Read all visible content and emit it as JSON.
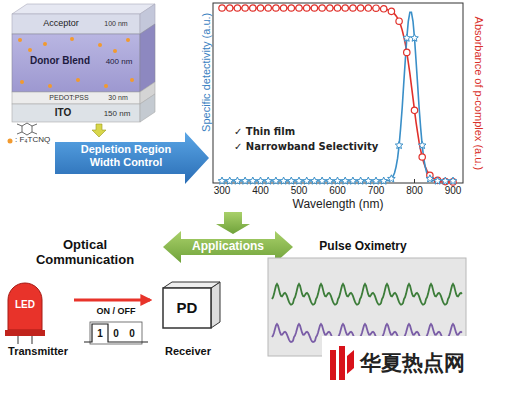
{
  "diagram": {
    "nodes": [
      {
        "text": [
          "Acceptor",
          "100 nm"
        ]
      },
      {
        "text": [
          "Donor Blend",
          "400 nm"
        ]
      },
      {
        "text": [
          "PEDOT:PSS",
          "30 nm"
        ]
      },
      {
        "text": [
          "ITO",
          "150 nm"
        ]
      },
      {
        "text": [
          "Depletion Region Width Control"
        ]
      },
      {
        "text": [
          "Applications"
        ]
      },
      {
        "text": [
          "LED",
          "Transmitter"
        ]
      },
      {
        "text": [
          "PD",
          "Receiver"
        ]
      },
      {
        "text": [
          "Pulse Oximetry"
        ]
      },
      {
        "text": [
          "华夏热点网"
        ]
      }
    ],
    "edges": [
      {
        "from": 6,
        "to": 7,
        "arrow": "to"
      }
    ],
    "labels": [
      "Specific detectivity (a.u.)",
      "Absorbance of p-complex (a.u.)",
      "300",
      "400",
      "500",
      "600",
      "700",
      "800",
      "900",
      "Wavelength (nm)",
      "✓ Thin film",
      "✓ Narrowband Selectivity",
      ": F₄TCNQ",
      "Optical Communication",
      "ON / OFF",
      "1",
      "0",
      "0"
    ]
  }
}
